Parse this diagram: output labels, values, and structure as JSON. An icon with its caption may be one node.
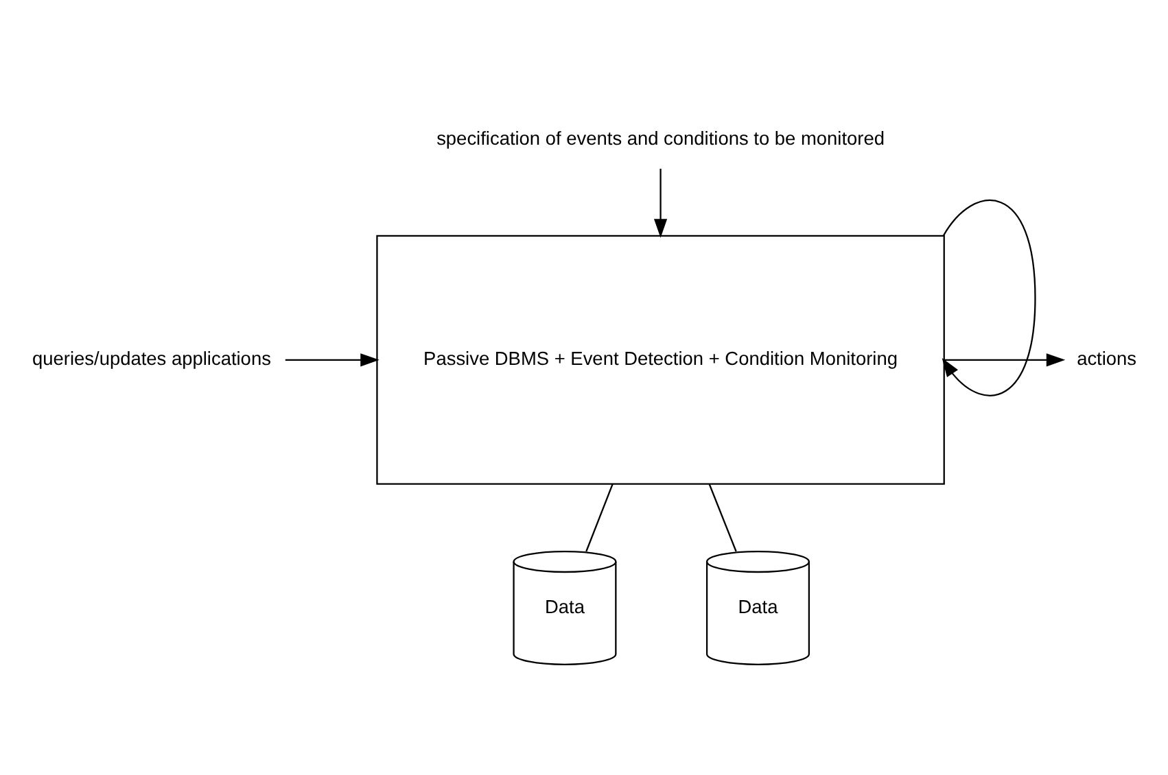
{
  "diagram": {
    "nodes": [
      {
        "text": [
          "Passive DBMS + Event Detection + Condition Monitoring"
        ]
      },
      {
        "text": [
          "specification of events and conditions to be monitored"
        ]
      },
      {
        "text": [
          "queries/updates applications"
        ]
      },
      {
        "text": [
          "actions"
        ]
      },
      {
        "text": [
          "Data"
        ]
      },
      {
        "text": [
          "Data"
        ]
      }
    ],
    "edges": [
      {
        "from": 1,
        "to": 0,
        "arrow": "to"
      },
      {
        "from": 2,
        "to": 0,
        "arrow": "to"
      },
      {
        "from": 0,
        "to": 3,
        "arrow": "to"
      },
      {
        "from": 0,
        "to": 0,
        "arrow": "to"
      },
      {
        "from": 0,
        "to": 4,
        "arrow": "none"
      },
      {
        "from": 0,
        "to": 5,
        "arrow": "none"
      }
    ]
  }
}
